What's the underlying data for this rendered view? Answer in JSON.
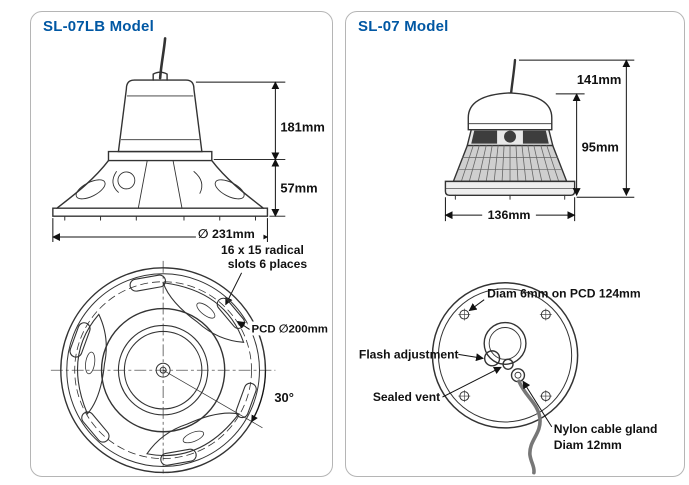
{
  "colors": {
    "accent_blue": "#0057a3",
    "line_dark": "#333333",
    "panel_border": "#b5b5b5"
  },
  "left_panel": {
    "title": "SL-07LB Model",
    "side_view": {
      "dim_height_upper": "181mm",
      "dim_height_base": "57mm",
      "dim_diameter": "∅ 231mm"
    },
    "bottom_view": {
      "slots_note_line1": "16 x 15 radical",
      "slots_note_line2": "slots 6 places",
      "pcd_label": "PCD ∅200mm",
      "angle_label": "30°"
    }
  },
  "right_panel": {
    "title": "SL-07 Model",
    "side_view": {
      "dim_total_height": "141mm",
      "dim_body_height": "95mm",
      "dim_width": "136mm"
    },
    "bottom_view": {
      "bolt_label": "Diam 6mm on PCD 124mm",
      "flash_label": "Flash adjustment",
      "vent_label": "Sealed vent",
      "gland_label_line1": "Nylon cable gland",
      "gland_label_line2": "Diam 12mm"
    }
  }
}
